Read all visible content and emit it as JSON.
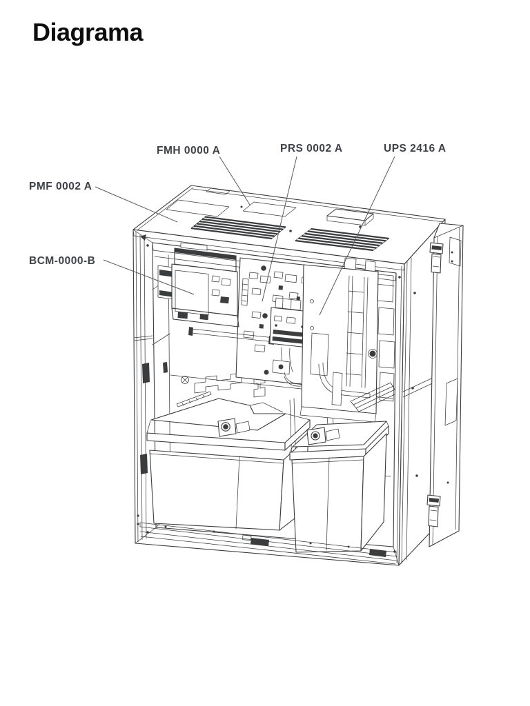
{
  "page": {
    "title": "Diagrama"
  },
  "diagram": {
    "type": "technical-isometric-cabinet-drawing",
    "ink_color": "#3a3c3e",
    "label_color": "#3e4247",
    "labels": [
      {
        "id": "pmf",
        "text": "PMF 0002 A",
        "points_to": "top-cover-left"
      },
      {
        "id": "fmh",
        "text": "FMH 0000 A",
        "points_to": "top-cover-knockout-panel"
      },
      {
        "id": "prs",
        "text": "PRS 0002 A",
        "points_to": "circuit-board"
      },
      {
        "id": "ups",
        "text": "UPS 2416 A",
        "points_to": "ups-module"
      },
      {
        "id": "bcm",
        "text": "BCM-0000-B",
        "points_to": "bcm-module"
      }
    ]
  }
}
